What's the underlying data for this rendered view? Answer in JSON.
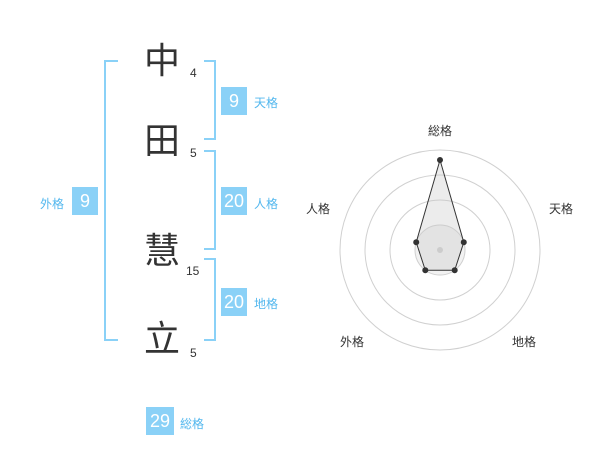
{
  "name": {
    "chars": [
      {
        "kanji": "中",
        "strokes": "4"
      },
      {
        "kanji": "田",
        "strokes": "5"
      },
      {
        "kanji": "慧",
        "strokes": "15"
      },
      {
        "kanji": "立",
        "strokes": "5"
      }
    ]
  },
  "fortune": {
    "tenkaku": {
      "value": "9",
      "label": "天格"
    },
    "jinkaku": {
      "value": "20",
      "label": "人格"
    },
    "chikaku": {
      "value": "20",
      "label": "地格"
    },
    "gaikaku": {
      "value": "9",
      "label": "外格"
    },
    "soukaku": {
      "value": "29",
      "label": "総格"
    }
  },
  "radar": {
    "axes": [
      "総格",
      "天格",
      "地格",
      "外格",
      "人格"
    ],
    "values": [
      0.9,
      0.25,
      0.25,
      0.25,
      0.25
    ],
    "rings": 4,
    "accent_color": "#8ad1f7"
  }
}
